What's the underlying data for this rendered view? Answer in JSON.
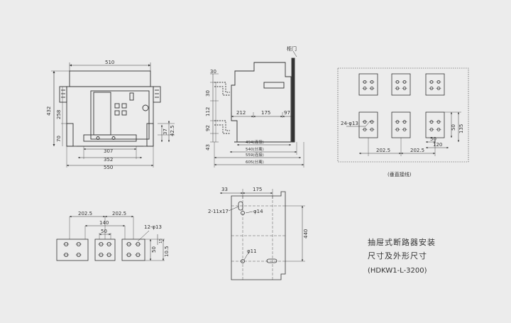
{
  "front_view": {
    "dims": {
      "width_510": "510",
      "h_432": "432",
      "h_258": "258",
      "h_70": "70",
      "d_37": "37",
      "d_42_5": "42.5",
      "d_307": "307",
      "d_352": "352",
      "d_550": "550"
    }
  },
  "side_view": {
    "label_cabinet_door": "柜门",
    "dims": {
      "d_30_top": "30",
      "d_30": "30",
      "d_112": "112",
      "d_92": "92",
      "d_43": "43",
      "d_212": "212",
      "d_175": "175",
      "d_97": "97",
      "d_494": "494(连接)",
      "d_540": "540(分离)",
      "d_559": "559(连接)",
      "d_605": "605(分离)"
    }
  },
  "terminal_panel": {
    "caption": "(垂直接线)",
    "dims": {
      "holes": "24-φ13",
      "d_202_5": "202.5",
      "d_202_5_b": "202.5",
      "d_120": "120",
      "d_50": "50",
      "d_50_v": "50",
      "d_135": "135"
    }
  },
  "mounting_plate": {
    "dims": {
      "d_33": "33",
      "d_175": "175",
      "slots": "2-11x17",
      "hole_14": "φ14",
      "hole_11": "φ11",
      "d_440": "440"
    }
  },
  "busbar_view": {
    "dims": {
      "d_202_5_a": "202.5",
      "d_202_5_b": "202.5",
      "d_140": "140",
      "d_50": "50",
      "holes": "12-φ13",
      "d_15": "15",
      "d_50_v": "50",
      "d_10_5": "10.5"
    }
  },
  "title_block": {
    "line1": "抽屉式断路器安装",
    "line2": "尺寸及外形尺寸",
    "line3": "(HDKW1-L-3200)"
  },
  "colors": {
    "background": "#ececec",
    "line": "#333333"
  }
}
